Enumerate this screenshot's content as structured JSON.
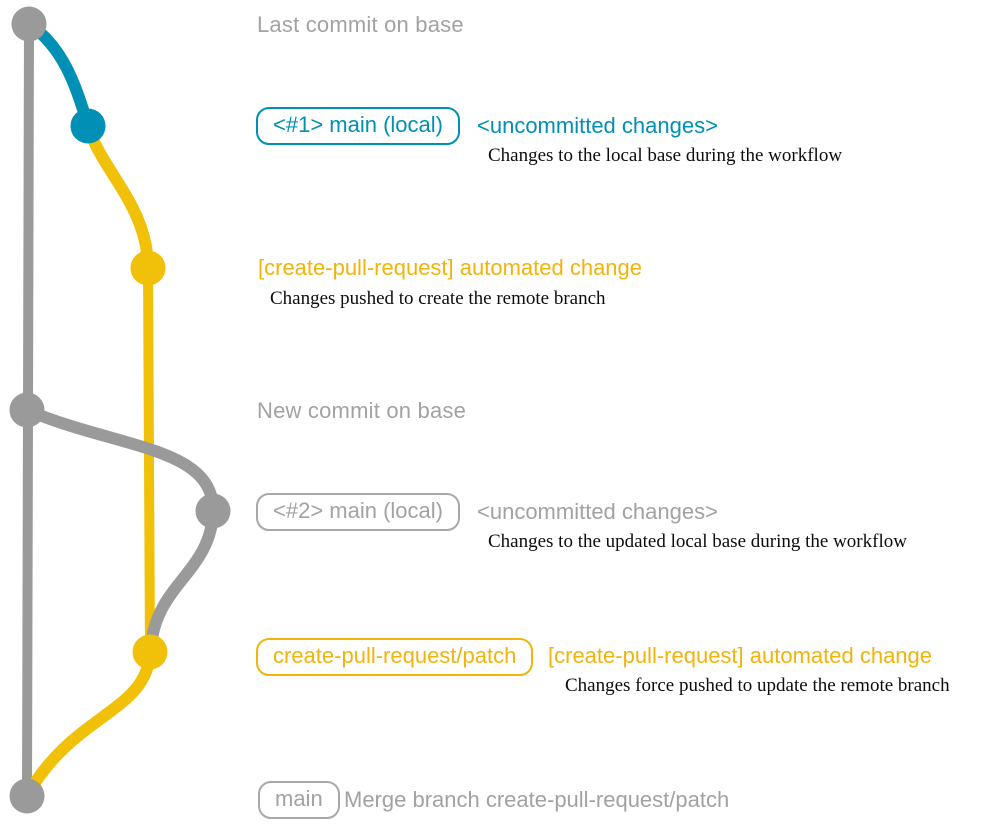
{
  "colors": {
    "graph_gray": "#9a9a9a",
    "graph_blue": "#008fb5",
    "graph_yellow": "#f1c109",
    "text_gray": "#a2a2a2",
    "text_blue": "#008fb5",
    "text_yellow": "#f0b40a",
    "note_black": "#0d0d0d"
  },
  "headings": {
    "last_commit": "Last commit on base",
    "new_commit": "New commit on base"
  },
  "rows": {
    "main_local_1": {
      "badge": "<#1> main (local)",
      "status": "<uncommitted changes>",
      "note": "Changes to the local base during the workflow"
    },
    "automated_change_1": {
      "title": "[create-pull-request] automated change",
      "note": "Changes pushed to create the remote branch"
    },
    "main_local_2": {
      "badge": "<#2> main (local)",
      "status": "<uncommitted changes>",
      "note": "Changes to the updated local base during the workflow"
    },
    "patch_branch": {
      "badge": "create-pull-request/patch",
      "title": "[create-pull-request] automated change",
      "note": "Changes force pushed to update the remote branch"
    },
    "merge_commit": {
      "badge": "main",
      "text": "Merge branch create-pull-request/patch"
    }
  }
}
